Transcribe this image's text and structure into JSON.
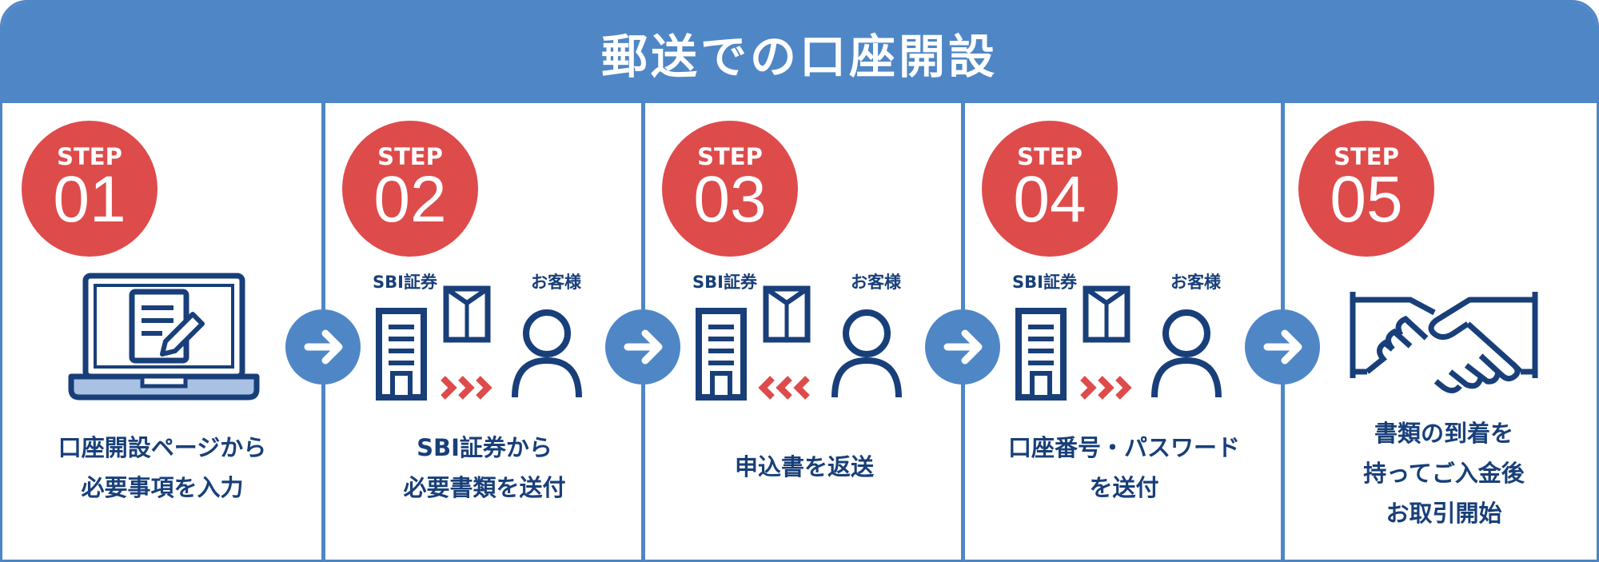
{
  "title": "郵送での口座開設",
  "colors": {
    "header": "#4f86c6",
    "badge": "#de4b4b",
    "text": "#183f79",
    "chevron": "#de4b4b"
  },
  "labels": {
    "company": "SBI証券",
    "customer": "お客様"
  },
  "steps": [
    {
      "label": "STEP",
      "number": "01",
      "icon": "laptop-form-icon",
      "lines": [
        "口座開設ページから",
        "必要事項を入力"
      ]
    },
    {
      "label": "STEP",
      "number": "02",
      "icon": "company-to-customer-icon",
      "flow": "right",
      "lines": [
        "SBI証券から",
        "必要書類を送付"
      ]
    },
    {
      "label": "STEP",
      "number": "03",
      "icon": "customer-to-company-icon",
      "flow": "left",
      "lines": [
        "申込書を返送"
      ]
    },
    {
      "label": "STEP",
      "number": "04",
      "icon": "company-to-customer-icon",
      "flow": "right",
      "lines": [
        "口座番号・パスワード",
        "を送付"
      ]
    },
    {
      "label": "STEP",
      "number": "05",
      "icon": "handshake-icon",
      "lines": [
        "書類の到着を",
        "持ってご入金後",
        "お取引開始"
      ]
    }
  ]
}
